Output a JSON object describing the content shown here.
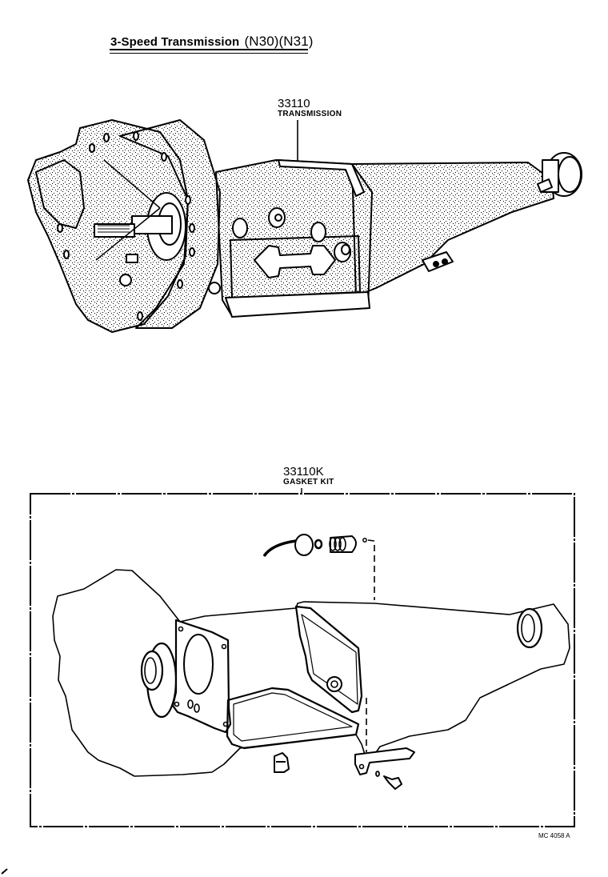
{
  "title": {
    "main": "3-Speed Transmission",
    "codes": "(N30)(N31)"
  },
  "callouts": [
    {
      "part_number": "33110",
      "name": "TRANSMISSION"
    },
    {
      "part_number": "33110K",
      "name": "GASKET KIT"
    }
  ],
  "illustration_code": "MC 4058 A",
  "parts_shown": {
    "transmission_assembly": [
      "bell housing",
      "input shaft",
      "valve body / case",
      "extension housing",
      "rear output seal"
    ],
    "gasket_kit": [
      "front pump O-ring",
      "front oil seal",
      "bell housing gasket",
      "oil pan gasket",
      "side cover gasket",
      "rear extension oil seal",
      "vacuum modulator O-ring / sleeve",
      "drain plug",
      "control rod bracket",
      "bolt",
      "washer"
    ]
  },
  "colors": {
    "line": "#000000",
    "background": "#ffffff"
  }
}
